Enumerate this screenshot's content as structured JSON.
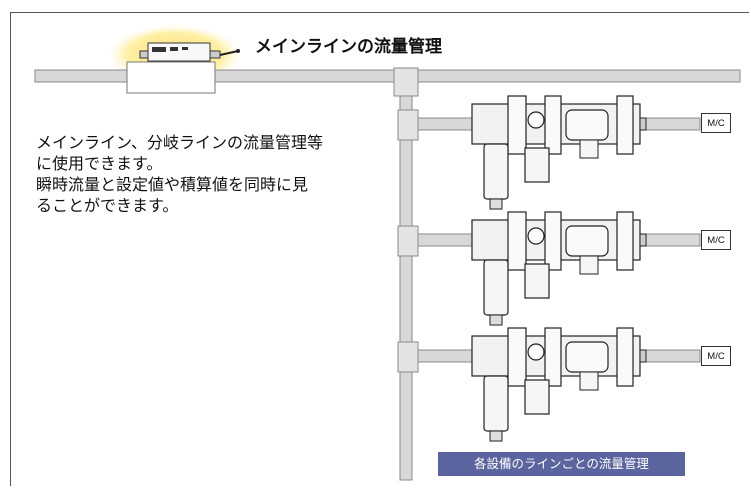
{
  "title": "メインラインの流量管理",
  "description_lines": [
    "メインライン、分岐ラインの流量管理等",
    "に使用できます。",
    "瞬時流量と設定値や積算値を同時に見",
    "ることができます。"
  ],
  "machine_labels": [
    "M/C",
    "M/C",
    "M/C"
  ],
  "footer_badge": "各設備のラインごとの流量管理",
  "colors": {
    "pipe_fill": "#d8d8d8",
    "pipe_stroke": "#888888",
    "highlight": "#fff0a0",
    "badge_bg": "#5a649e"
  }
}
